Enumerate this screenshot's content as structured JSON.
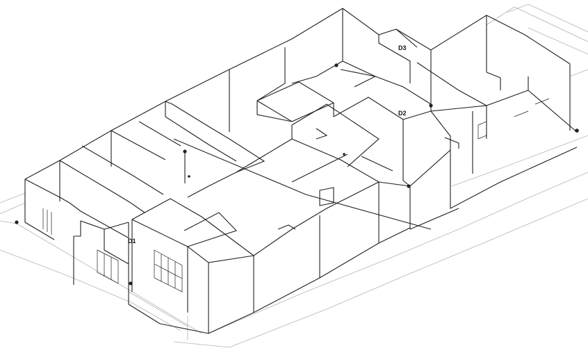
{
  "diagram": {
    "labels": {
      "d1": "D1",
      "d2": "D2",
      "d3": "D3"
    },
    "colors": {
      "stroke_main": "#1e1e1e",
      "stroke_light": "#b4b4b4",
      "point": "#222222"
    }
  }
}
